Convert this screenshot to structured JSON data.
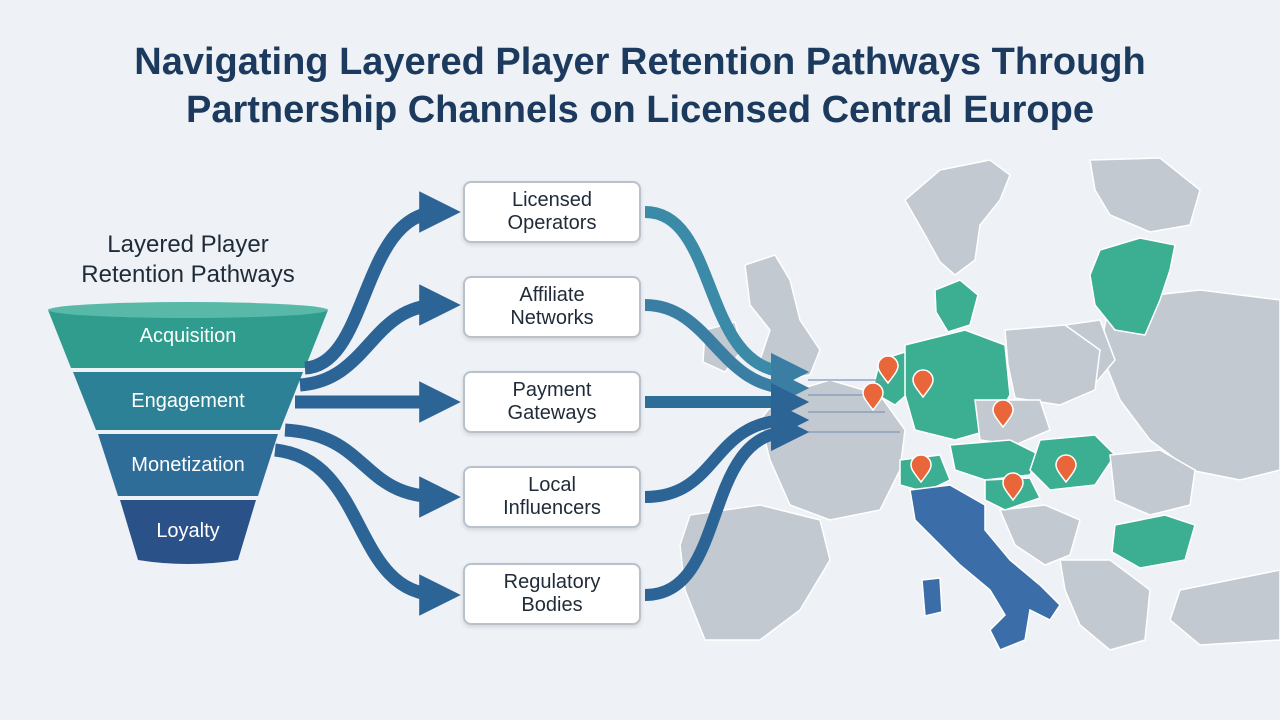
{
  "title": {
    "line1": "Navigating Layered Player Retention Pathways Through",
    "line2": "Partnership Channels on Licensed Central Europe"
  },
  "funnel": {
    "title": "Layered Player\nRetention Pathways",
    "stages": [
      {
        "label": "Acquisition",
        "color": "#2f9c8d"
      },
      {
        "label": "Engagement",
        "color": "#2d8196"
      },
      {
        "label": "Monetization",
        "color": "#2f6d99"
      },
      {
        "label": "Loyalty",
        "color": "#2b5288"
      }
    ]
  },
  "channels": [
    {
      "label": "Licensed\nOperators"
    },
    {
      "label": "Affiliate\nNetworks"
    },
    {
      "label": "Payment\nGateways"
    },
    {
      "label": "Local\nInfluencers"
    },
    {
      "label": "Regulatory\nBodies"
    }
  ],
  "map": {
    "highlight_color": "#3cae92",
    "focus_color": "#3b6ea8",
    "base_color": "#c3c9d1",
    "marker_color": "#e8663a"
  }
}
